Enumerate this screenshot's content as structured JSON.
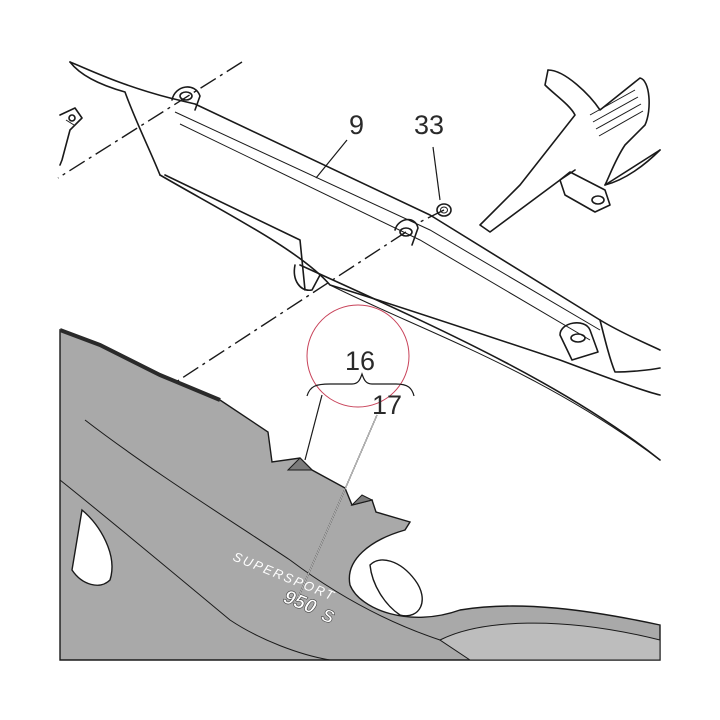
{
  "diagram": {
    "callouts": {
      "part_9": "9",
      "part_33": "33",
      "part_16": "16",
      "part_17": "17"
    },
    "fairing_decal": {
      "model_text": "SUPERSPORT",
      "model_number": "950",
      "model_suffix": "S"
    },
    "colors": {
      "fairing_fill": "#a9a9a9",
      "highlight_circle": "#c8435a",
      "line": "#1a1a1a"
    }
  }
}
